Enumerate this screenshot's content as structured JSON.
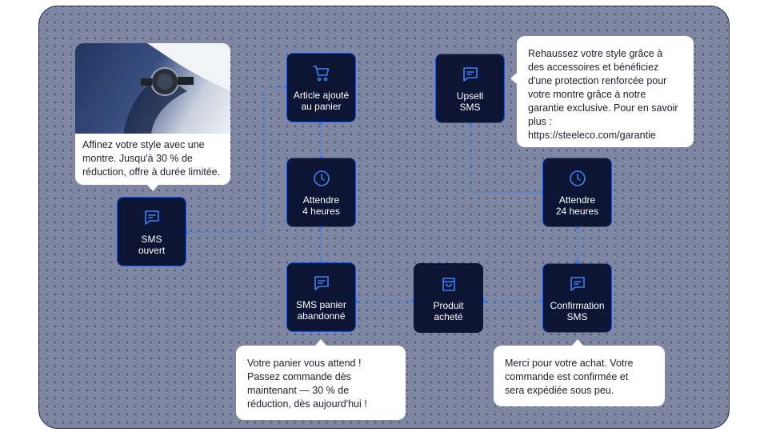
{
  "nodes": {
    "sms_opened": "SMS\nouvert",
    "item_added": "Article ajouté\nau panier",
    "wait_4h": "Attendre\n4 heures",
    "abandoned_cart": "SMS panier\nabandonné",
    "product_bought": "Produit\nacheté",
    "sms_confirmation": "Confirmation\nSMS",
    "wait_24h": "Attendre\n24 heures",
    "upsell": "Upsell\nSMS"
  },
  "messages": {
    "promo": "Affinez votre style avec une\nmontre. Jusqu'à 30 % de\nréduction, offre à durée limitée.",
    "upsell": "Rehaussez votre style grâce à\ndes accessoires et bénéficiez\nd'une protection renforcée pour\nvotre montre grâce à notre\ngarantie exclusive. Pour en savoir\nplus :\nhttps://steeleco.com/garantie",
    "cart": "Votre panier vous attend !\nPassez commande dès\nmaintenant — 30 % de\nréduction, dès aujourd'hui !",
    "confirmation": "Merci pour votre achat. Votre\ncommande est confirmée et\nsera expédiée sous peu."
  },
  "icons": {
    "sms": "message-square-icon",
    "cart": "shopping-cart-icon",
    "clock": "clock-icon",
    "bag": "shopping-bag-icon"
  },
  "colors": {
    "canvas": "#7f86a2",
    "node_bg": "#0c1533",
    "node_border": "#2556c9",
    "connector": "#2d7df6",
    "bubble": "#ffffff"
  }
}
